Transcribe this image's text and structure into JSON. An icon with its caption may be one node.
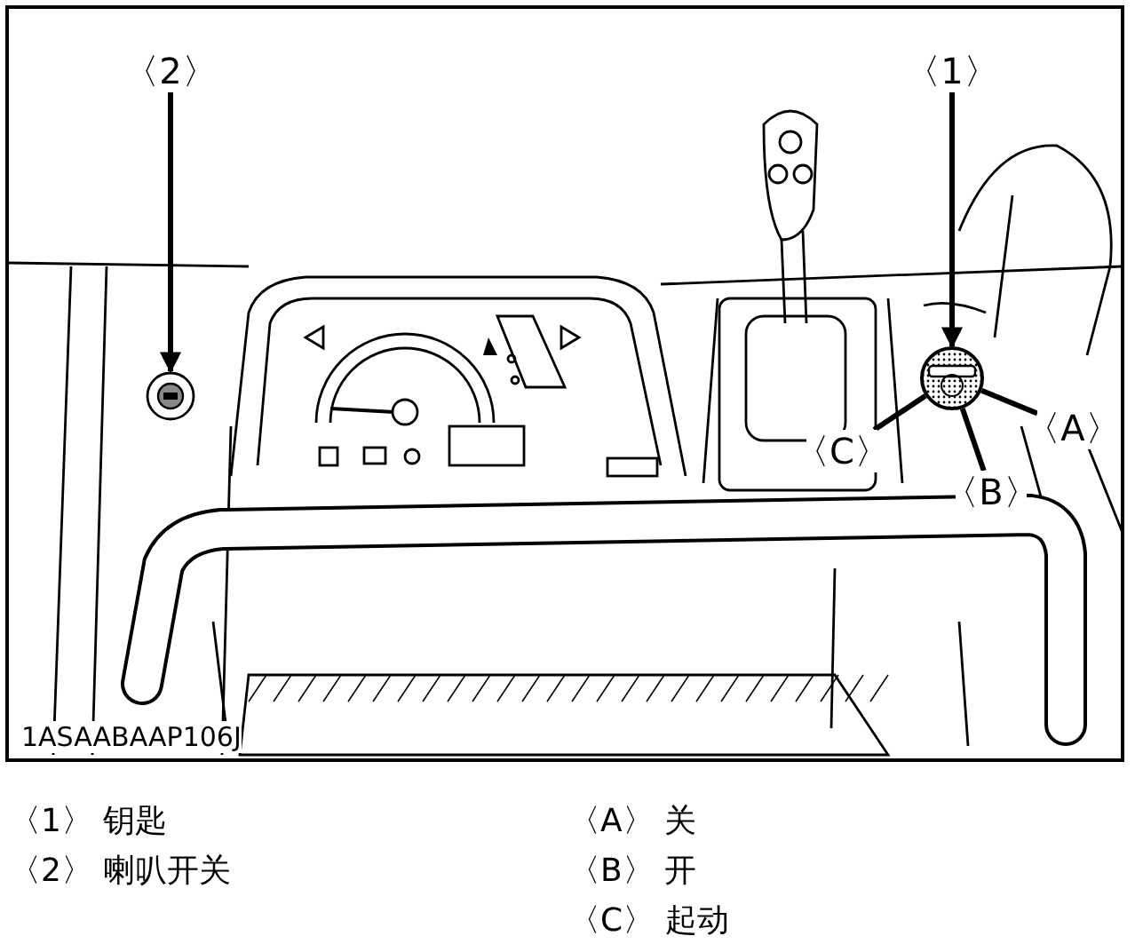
{
  "diagram": {
    "nodes": [
      {
        "text": [
          "〈2〉"
        ]
      },
      {
        "text": [],
        "shape": "picture"
      },
      {
        "text": [
          "〈1〉"
        ]
      },
      {
        "text": [],
        "shape": "circle"
      },
      {
        "text": [
          "〈A〉"
        ]
      },
      {
        "text": [
          "〈B〉"
        ]
      },
      {
        "text": [
          "〈C〉"
        ]
      }
    ],
    "edges": [
      {
        "from": 0,
        "to": 1,
        "arrow": "to"
      },
      {
        "from": 2,
        "to": 3,
        "arrow": "to"
      },
      {
        "from": 4,
        "to": 3,
        "arrow": "none"
      },
      {
        "from": 5,
        "to": 3,
        "arrow": "none"
      },
      {
        "from": 6,
        "to": 3,
        "arrow": "none"
      }
    ],
    "labels": [
      "1ASAABAAP106J",
      "〈1〉 钥匙",
      "〈2〉 喇叭开关",
      "〈A〉 关",
      "〈B〉 开",
      "〈C〉 起动"
    ]
  }
}
